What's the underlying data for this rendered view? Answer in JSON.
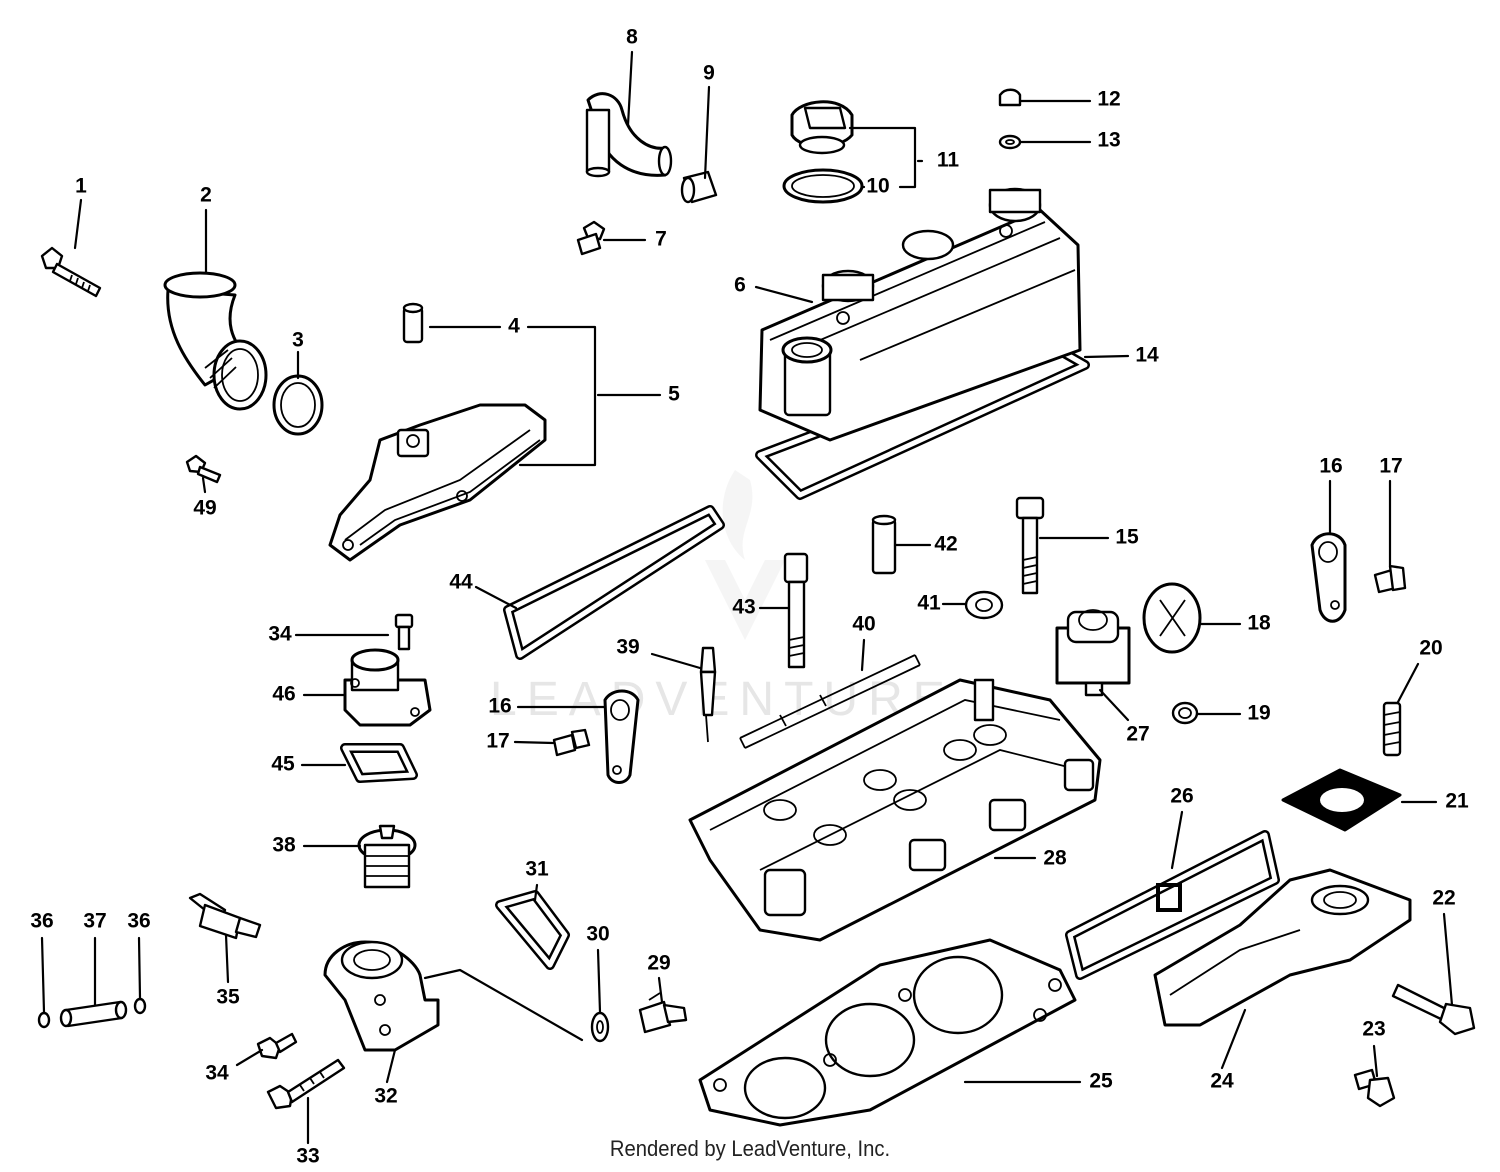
{
  "callouts": [
    "1",
    "2",
    "3",
    "4",
    "5",
    "6",
    "7",
    "8",
    "9",
    "10",
    "11",
    "12",
    "13",
    "14",
    "15",
    "16",
    "16",
    "17",
    "17",
    "18",
    "19",
    "20",
    "21",
    "22",
    "23",
    "24",
    "25",
    "26",
    "27",
    "28",
    "29",
    "30",
    "31",
    "32",
    "33",
    "34",
    "34",
    "35",
    "36",
    "36",
    "37",
    "38",
    "39",
    "40",
    "41",
    "42",
    "43",
    "44",
    "45",
    "46",
    "49"
  ],
  "watermark": "LEADVENTURE",
  "footer": "Rendered by LeadVenture, Inc."
}
